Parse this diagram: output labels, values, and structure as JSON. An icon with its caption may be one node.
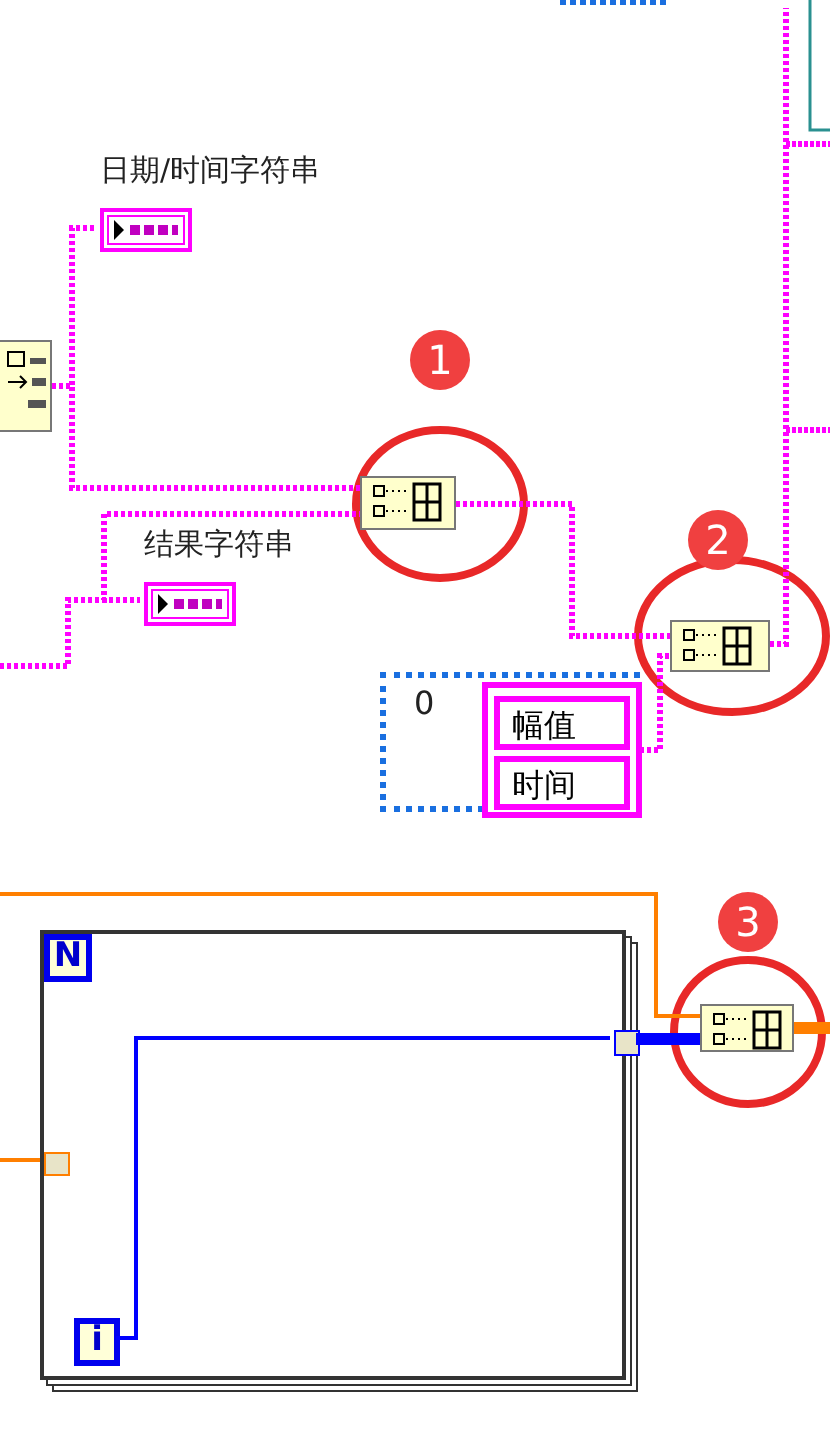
{
  "diagram": {
    "nodes": [
      {
        "text": [],
        "shape": "box"
      },
      {
        "text": [
          "日期/时间字符串"
        ]
      },
      {
        "text": [
          "结果字符串"
        ]
      },
      {
        "text": [],
        "shape": "box"
      },
      {
        "text": [],
        "shape": "box"
      },
      {
        "text": [
          "0"
        ]
      },
      {
        "text": [
          "幅值",
          "时间"
        ],
        "in": 5
      },
      {
        "text": [],
        "shape": "box"
      },
      {
        "text": [
          "N"
        ],
        "in": 7
      },
      {
        "text": [
          "i"
        ],
        "in": 7
      },
      {
        "text": [],
        "shape": "box",
        "in": 7
      },
      {
        "text": [],
        "shape": "box",
        "in": 7
      },
      {
        "text": [],
        "shape": "box"
      }
    ],
    "edges": [
      {
        "from": 0,
        "to": 1,
        "arrow": "none",
        "style": "dashed"
      },
      {
        "from": 0,
        "to": 3,
        "arrow": "none",
        "style": "dashed"
      },
      {
        "from": null,
        "to": 2,
        "arrow": "none",
        "style": "dashed"
      },
      {
        "from": null,
        "to": 3,
        "arrow": "none",
        "style": "dashed"
      },
      {
        "from": 3,
        "to": 4,
        "arrow": "none",
        "style": "dashed"
      },
      {
        "from": 5,
        "to": 4,
        "arrow": "none",
        "style": "dashed"
      },
      {
        "from": 4,
        "to": null,
        "arrow": "none",
        "style": "dashed"
      },
      {
        "from": null,
        "to": 10,
        "arrow": "none",
        "color": "#ff7f00"
      },
      {
        "from": null,
        "to": 12,
        "arrow": "none",
        "color": "#ff7f00"
      },
      {
        "from": 9,
        "to": 11,
        "arrow": "none",
        "color": "#0000ff"
      },
      {
        "from": 11,
        "to": 12,
        "arrow": "none",
        "style": "thick",
        "color": "#0000ff"
      },
      {
        "from": 12,
        "to": null,
        "arrow": "none",
        "style": "thick",
        "color": "#ff7f00"
      }
    ],
    "labels": [
      "1",
      "2",
      "3"
    ]
  }
}
